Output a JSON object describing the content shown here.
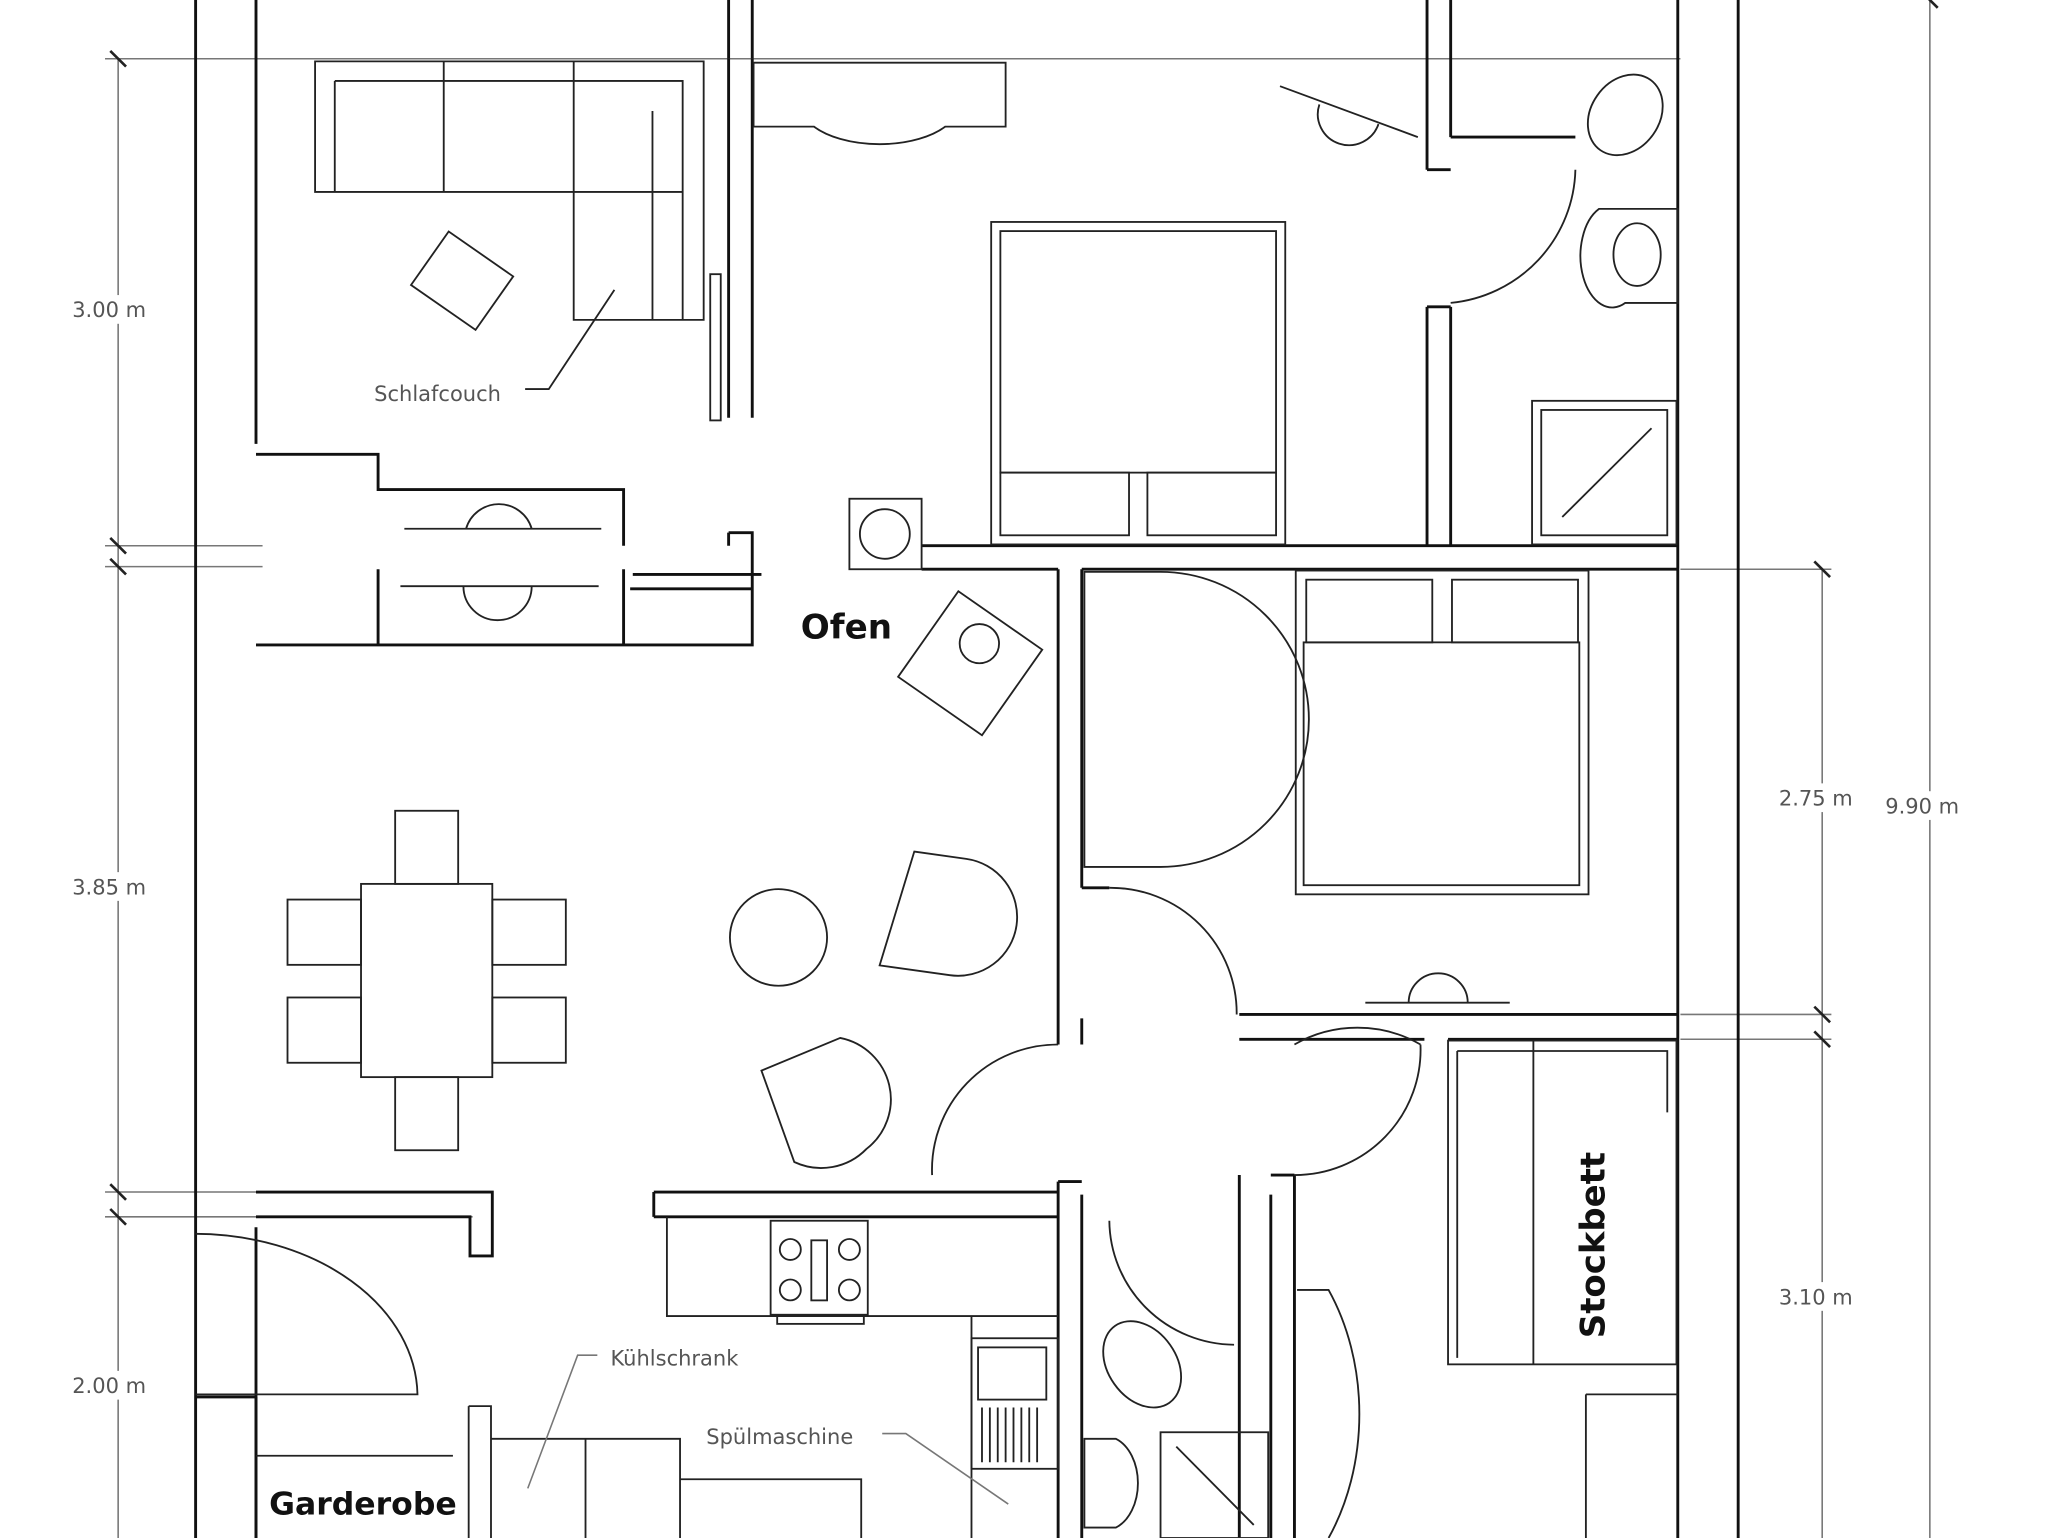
{
  "labels": {
    "schlafcouch": "Schlafcouch",
    "ofen": "Ofen",
    "kuehlschrank": "Kühlschrank",
    "spuelmaschine": "Spülmaschine",
    "garderobe": "Garderobe",
    "stockbett": "Stockbett"
  },
  "dimensions": {
    "left": [
      "3.00 m",
      "3.85 m",
      "2.00 m"
    ],
    "right": [
      "2.75 m",
      "3.10 m"
    ],
    "total": "9.90 m"
  }
}
